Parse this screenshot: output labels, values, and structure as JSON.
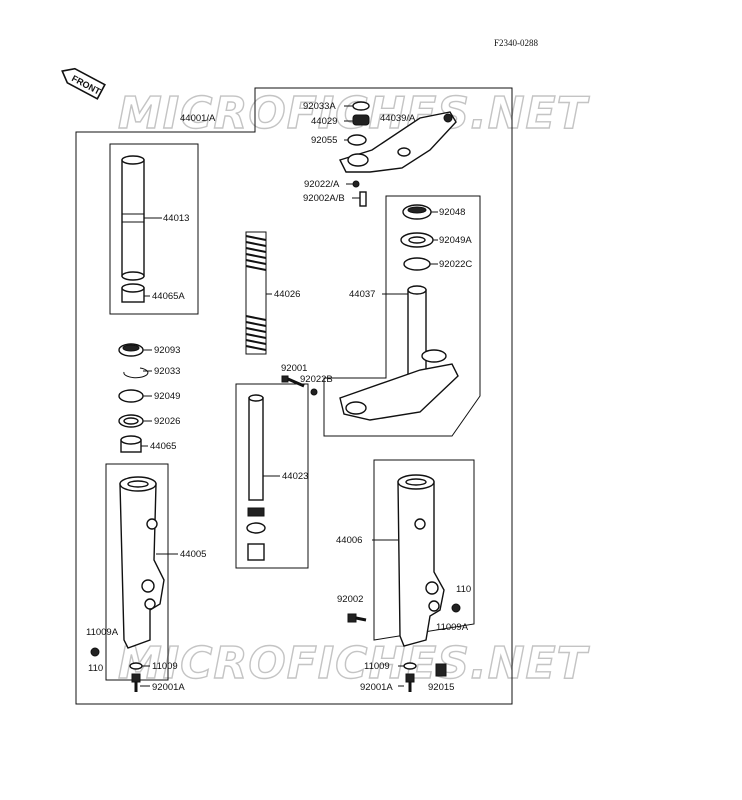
{
  "diagram_code": "F2340-0288",
  "front_label": "FRONT",
  "watermark": "MICROFICHES.NET",
  "labels": {
    "p44001A": "44001/A",
    "p92033A": "92033A",
    "p44029": "44029",
    "p92055": "92055",
    "p44039A": "44039/A",
    "p92022A": "92022/A",
    "p92002AB": "92002A/B",
    "p44013": "44013",
    "p44065A": "44065A",
    "p44026": "44026",
    "p92048": "92048",
    "p92049A": "92049A",
    "p92022C": "92022C",
    "p44037": "44037",
    "p92093": "92093",
    "p92033": "92033",
    "p92049": "92049",
    "p92026": "92026",
    "p44065": "44065",
    "p92001": "92001",
    "p92022B": "92022B",
    "p44023": "44023",
    "p44005": "44005",
    "p44006": "44006",
    "p11009A_l": "11009A",
    "p110_l": "110",
    "p11009_l": "11009",
    "p92001A_l": "92001A",
    "p92002": "92002",
    "p110_r": "110",
    "p11009A_r": "11009A",
    "p11009_r": "11009",
    "p92001A_r": "92001A",
    "p92015": "92015"
  }
}
